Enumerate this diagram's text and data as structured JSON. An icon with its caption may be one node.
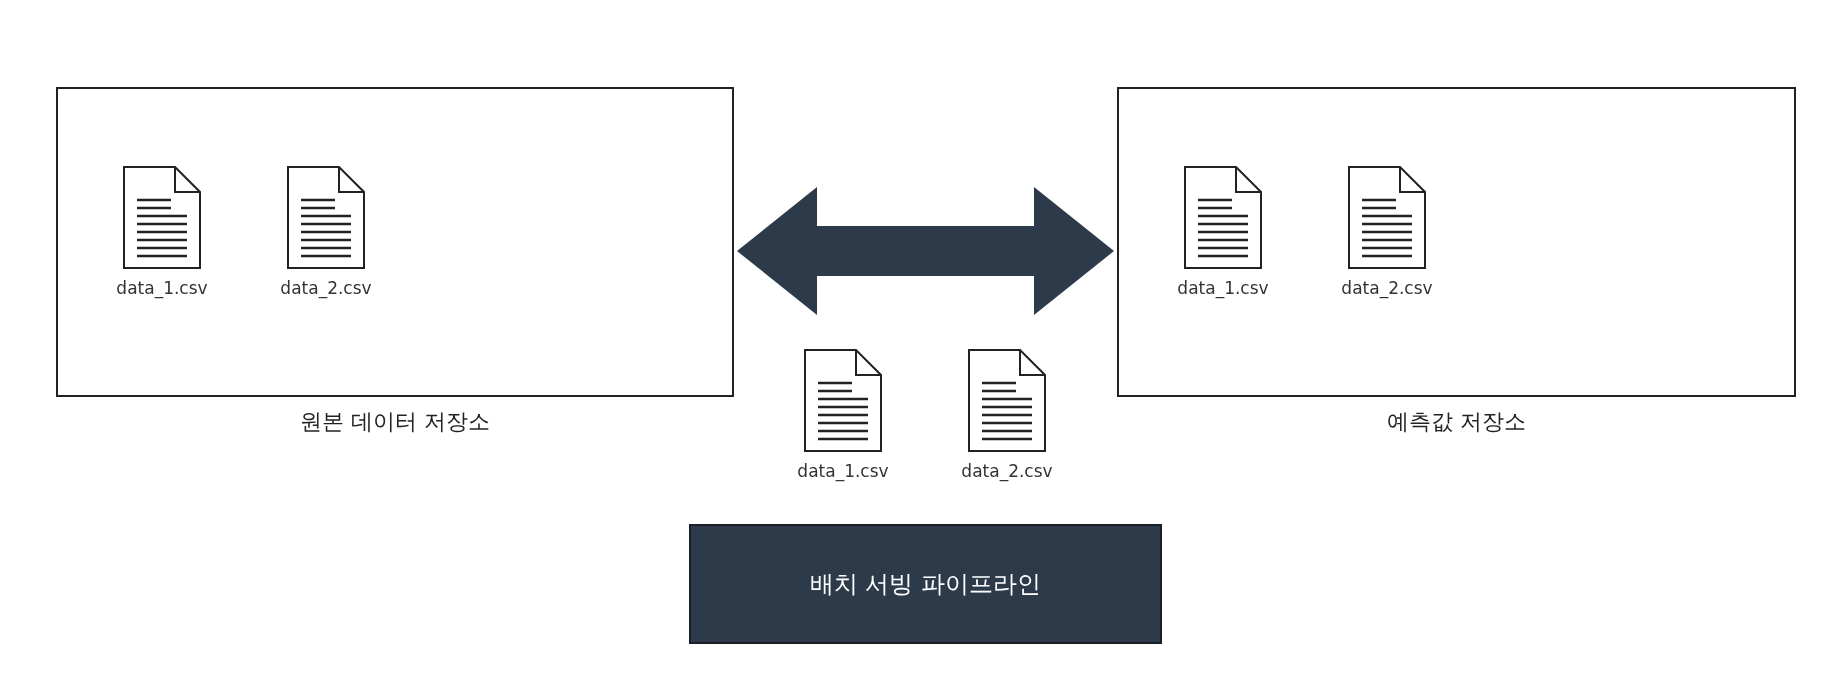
{
  "diagram": {
    "nodes": [
      {
        "text": [
          "원본 데이터 저장소"
        ]
      },
      {
        "text": [
          "data_1.csv"
        ],
        "in": 0
      },
      {
        "text": [
          "data_2.csv"
        ],
        "in": 0
      },
      {
        "text": [
          "예측값 저장소"
        ]
      },
      {
        "text": [
          "data_1.csv"
        ],
        "in": 3
      },
      {
        "text": [
          "data_2.csv"
        ],
        "in": 3
      },
      {
        "text": [
          "data_1.csv"
        ]
      },
      {
        "text": [
          "data_2.csv"
        ]
      },
      {
        "text": [
          "배치 서빙 파이프라인"
        ]
      }
    ],
    "edges": [
      {
        "from": 0,
        "to": 3,
        "arrow": "both"
      }
    ]
  }
}
